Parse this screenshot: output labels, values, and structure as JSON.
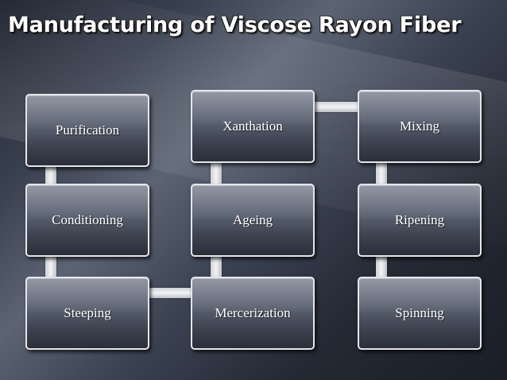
{
  "title": "Manufacturing of Viscose Rayon Fiber",
  "steps": {
    "purification": "Purification",
    "conditioning": "Conditioning",
    "steeping": "Steeping",
    "mercerization": "Mercerization",
    "ageing": "Ageing",
    "xanthation": "Xanthation",
    "mixing": "Mixing",
    "ripening": "Ripening",
    "spinning": "Spinning"
  }
}
